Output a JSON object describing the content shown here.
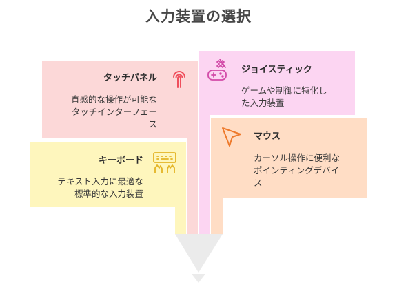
{
  "title": "入力装置の選択",
  "colors": {
    "touchpanel": "#fcd8d8",
    "joystick": "#fcd5f2",
    "mouse": "#ffddc5",
    "keyboard": "#fef6bd",
    "touchpanel_icon": "#ef4f5c",
    "joystick_icon": "#d24aa8",
    "mouse_icon": "#ee7a2c",
    "keyboard_icon": "#e3b424",
    "funnel": "#ebebeb"
  },
  "cards": {
    "touchpanel": {
      "label": "タッチパネル",
      "desc": [
        "直感的な操作が可能な",
        "タッチインターフェー",
        "ス"
      ],
      "icon": "touch-finger-icon"
    },
    "joystick": {
      "label": "ジョイスティック",
      "desc": [
        "ゲームや制御に特化し",
        "た入力装置"
      ],
      "icon": "gamepad-icon"
    },
    "mouse": {
      "label": "マウス",
      "desc": [
        "カーソル操作に便利な",
        "ポインティングデバイ",
        "ス"
      ],
      "icon": "cursor-arrow-icon"
    },
    "keyboard": {
      "label": "キーボード",
      "desc": [
        "テキスト入力に最適な",
        "標準的な入力装置"
      ],
      "icon": "keyboard-hands-icon"
    }
  }
}
